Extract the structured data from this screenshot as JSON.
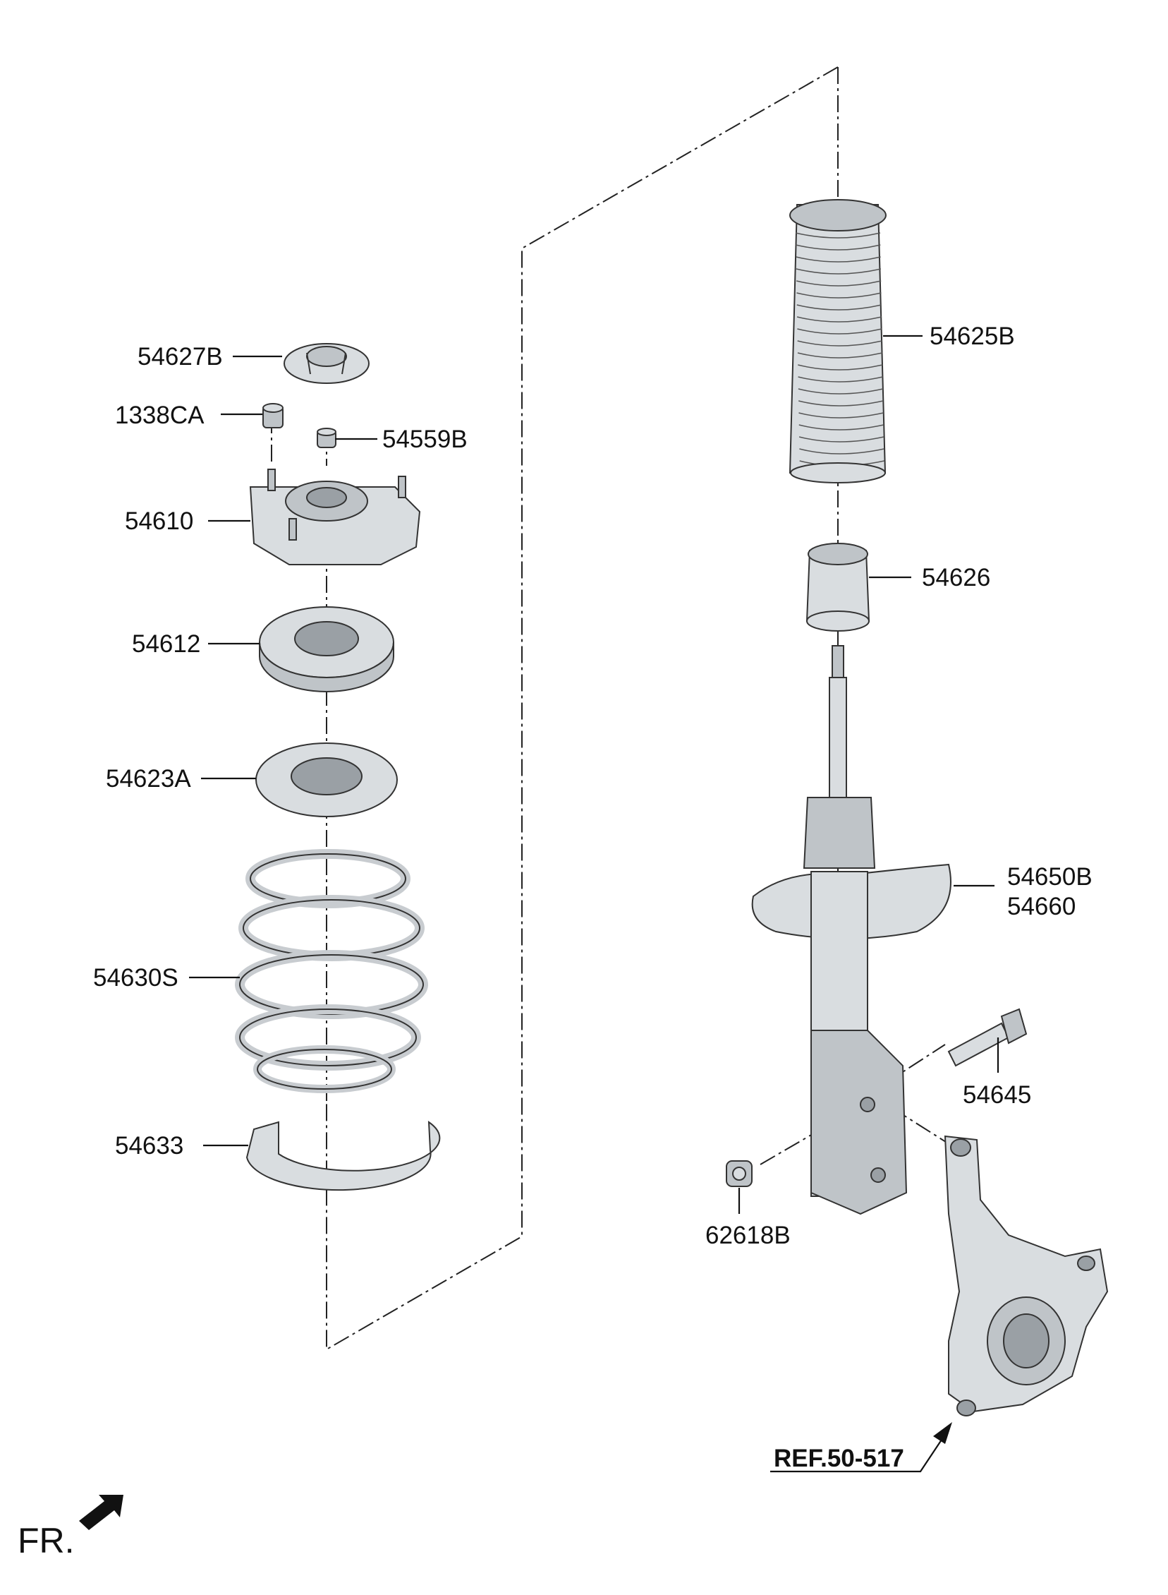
{
  "parts": [
    {
      "id": "p54627B",
      "label": "54627B"
    },
    {
      "id": "p1338CA",
      "label": "1338CA"
    },
    {
      "id": "p54559B",
      "label": "54559B"
    },
    {
      "id": "p54610",
      "label": "54610"
    },
    {
      "id": "p54612",
      "label": "54612"
    },
    {
      "id": "p54623A",
      "label": "54623A"
    },
    {
      "id": "p54630S",
      "label": "54630S"
    },
    {
      "id": "p54633",
      "label": "54633"
    },
    {
      "id": "p54625B",
      "label": "54625B"
    },
    {
      "id": "p54626",
      "label": "54626"
    },
    {
      "id": "p54650B",
      "label": "54650B"
    },
    {
      "id": "p54660",
      "label": "54660"
    },
    {
      "id": "p54645",
      "label": "54645"
    },
    {
      "id": "p62618B",
      "label": "62618B"
    }
  ],
  "reference": {
    "label": "REF.50-517"
  },
  "direction": {
    "label": "FR."
  }
}
